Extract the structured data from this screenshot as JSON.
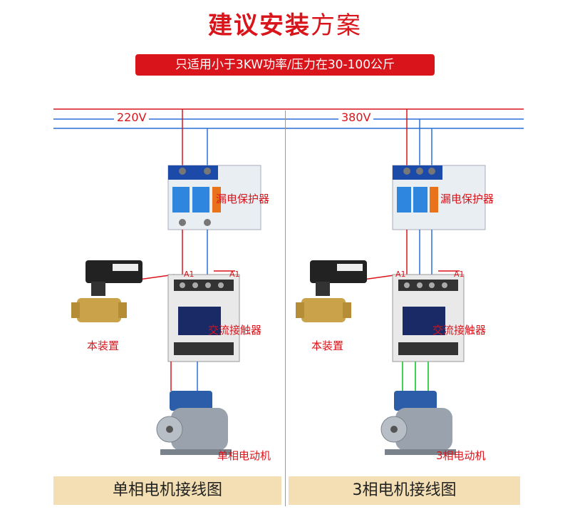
{
  "title": {
    "bold": "建议安装",
    "light": "方案"
  },
  "banner": "只适用小于3KW功率/压力在30-100公斤",
  "left": {
    "voltage": "220V",
    "breaker_label": "漏电保护器",
    "contactor_label": "交流接触器",
    "device_label": "本装置",
    "motor_label": "单相电动机",
    "a1": "A1",
    "a2": "A1",
    "footer": "单相电机接线图"
  },
  "right": {
    "voltage": "380V",
    "breaker_label": "漏电保护器",
    "contactor_label": "交流接触器",
    "device_label": "本装置",
    "motor_label": "3相电动机",
    "a1": "A1",
    "a2": "A1",
    "footer": "3相电机接线图"
  },
  "colors": {
    "red": "#d9141b",
    "blue": "#2a6fd6",
    "green": "#2ecc40",
    "footer_bg": "#f3dfb3"
  }
}
